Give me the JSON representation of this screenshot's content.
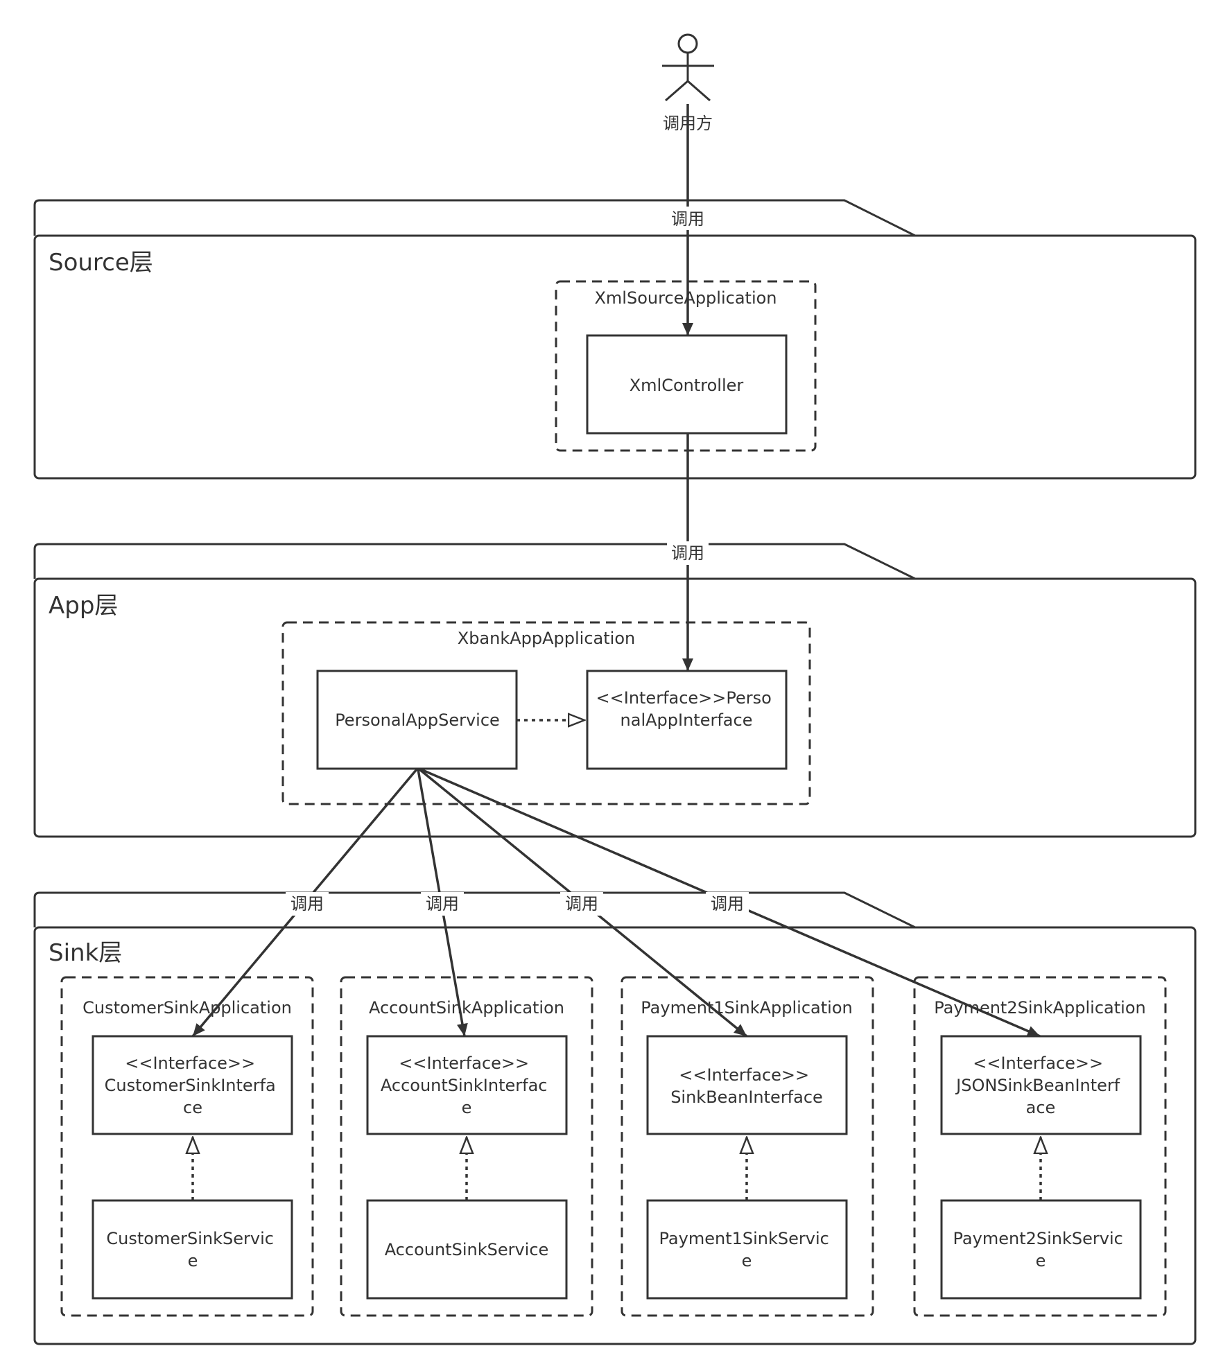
{
  "actor": {
    "label": "调用方"
  },
  "edge_label": "调用",
  "layers": {
    "source": {
      "title": "Source层"
    },
    "app": {
      "title": "App层"
    },
    "sink": {
      "title": "Sink层"
    }
  },
  "source": {
    "container": "XmlSourceApplication",
    "controller": "XmlController"
  },
  "app": {
    "container": "XbankAppApplication",
    "service": "PersonalAppService",
    "interface": [
      "<<Interface>>Perso",
      "nalAppInterface"
    ]
  },
  "sinks": [
    {
      "container": "CustomerSinkApplication",
      "interface": [
        "<<Interface>>",
        "CustomerSinkInterfa",
        "ce"
      ],
      "service": [
        "CustomerSinkServic",
        "e"
      ]
    },
    {
      "container": "AccountSinkApplication",
      "interface": [
        "<<Interface>>",
        "AccountSinkInterfac",
        "e"
      ],
      "service": [
        "AccountSinkService"
      ]
    },
    {
      "container": "Payment1SinkApplication",
      "interface": [
        "<<Interface>>",
        "SinkBeanInterface"
      ],
      "service": [
        "Payment1SinkServic",
        "e"
      ]
    },
    {
      "container": "Payment2SinkApplication",
      "interface": [
        "<<Interface>>",
        "JSONSinkBeanInterf",
        "ace"
      ],
      "service": [
        "Payment2SinkServic",
        "e"
      ]
    }
  ],
  "colors": {
    "stroke": "#333333",
    "background": "#ffffff"
  }
}
